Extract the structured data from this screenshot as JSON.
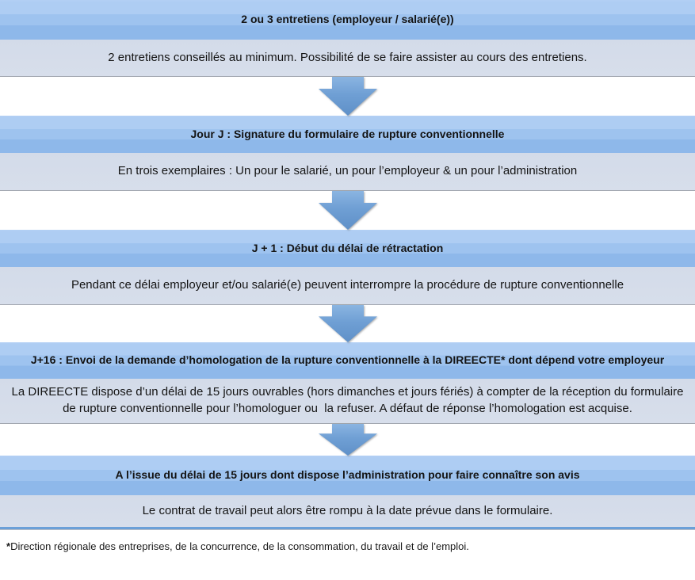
{
  "diagram": {
    "steps": [
      {
        "title": "2 ou 3 entretiens (employeur / salarié(e))",
        "description": "2 entretiens conseillés au minimum. Possibilité de se faire assister au cours des entretiens."
      },
      {
        "title": "Jour J : Signature du formulaire de rupture conventionnelle",
        "description": "En trois exemplaires : Un pour le salarié, un pour l’employeur & un pour l’administration"
      },
      {
        "title": "J + 1 : Début du délai de rétractation",
        "description": "Pendant ce délai employeur et/ou salarié(e) peuvent interrompre la procédure de rupture conventionnelle"
      },
      {
        "title": "J+16 : Envoi de la demande d’homologation de la rupture conventionnelle à la DIREECTE* dont dépend votre employeur",
        "description": "La DIREECTE dispose d’un délai de 15 jours ouvrables (hors dimanches et jours fériés) à compter de la réception du formulaire de rupture conventionnelle pour l’homologuer ou  la refuser. A défaut de réponse l’homologation est acquise."
      },
      {
        "title": "A l’issue du délai de 15 jours dont dispose l’administration pour faire connaître son avis",
        "description": "Le contrat de travail peut alors être rompu à la date prévue dans le formulaire."
      }
    ],
    "footnote_marker": "*",
    "footnote_text": "Direction régionale des entreprises, de la concurrence, de la consommation, du travail et de l’emploi.",
    "colors": {
      "header_band_top": "#aecdf3",
      "header_band_mid": "#9ec3ef",
      "header_band_bottom": "#8eb8ea",
      "body_band": "#d4dcea",
      "arrow_top": "#8ab4e1",
      "arrow_bottom": "#5f90c8",
      "bottom_rule": "#6ba0d8",
      "text": "#141414"
    }
  }
}
